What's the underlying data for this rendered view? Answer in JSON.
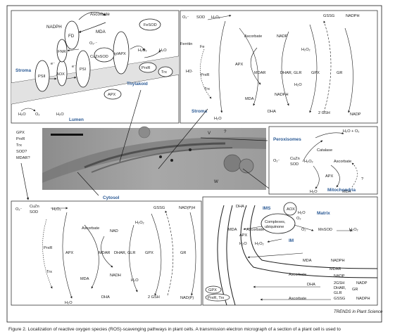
{
  "labels": {
    "ascorbate": "Ascorbate",
    "mda": "MDA",
    "dha": "DHA",
    "nadph": "NADPH",
    "nadp": "NADP",
    "nadph_paren": "NAD(P)H",
    "nadp_paren": "NAD(P)",
    "nad": "NAD",
    "nadh": "NADH",
    "fd": "FD",
    "fnr": "FNR",
    "psi": "PSI",
    "psii": "PSII",
    "aox": "AOX",
    "fesod": "FeSOD",
    "cuznsod": "CuZnSOD",
    "cuzn": "CuZn",
    "sod": "SOD",
    "mnsod": "MnSOD",
    "tylapx": "tylAPX",
    "apx": "APX",
    "prxr": "PrxR",
    "trx": "Trx",
    "prxr_trx": "PrxR, Trx",
    "gpx": "GPX",
    "gr": "GR",
    "gssg": "GSSG",
    "two_gsh": "2 GSH",
    "two_gsh_short": "2GSH",
    "mdar": "MDAR",
    "dhar_glr": "DHAR, GLR",
    "dhar": "DHAR,",
    "glr": "GLR",
    "catalase": "Catalase",
    "ferritin": "Ferritin",
    "fe": "Fe",
    "ho": "HO·",
    "h2o2": "H₂O₂",
    "h2o": "H₂O",
    "o2": "O₂",
    "o2_radical": "O₂·⁻",
    "o2_minus": "O₂⁻",
    "h2o_plus_o2": "H₂O + O₂",
    "electron": "e⁻",
    "question": "?",
    "v": "V",
    "w": "W",
    "complexes": "Complexes,",
    "ubiquinone": "ubiquinone",
    "cytosol_list": [
      "GPX",
      "PrxR",
      "Trx",
      "SOD?",
      "MDAR?"
    ]
  },
  "compartments": {
    "stroma": "Stroma",
    "thylakoid": "Thylakoid",
    "lumen": "Lumen",
    "stroma_panel": "Stroma",
    "peroxisomes": "Peroxisomes",
    "mitochondria": "Mitochondria",
    "cytosol": "Cytosol",
    "matrix": "Matrix",
    "ims": "IMS",
    "im": "IM"
  },
  "footer": {
    "credit": "TRENDS in Plant Science",
    "caption": "Figure 2. Localization of reactive oxygen species (ROS)-scavenging pathways in plant cells. A transmission electron micrograph of a section of a plant cell is used to"
  },
  "colors": {
    "compartment_label": "#2b5a95",
    "line": "#1a1a1a",
    "thylakoid_band": "#d8d8d8",
    "micrograph": "#9a9a9a"
  }
}
